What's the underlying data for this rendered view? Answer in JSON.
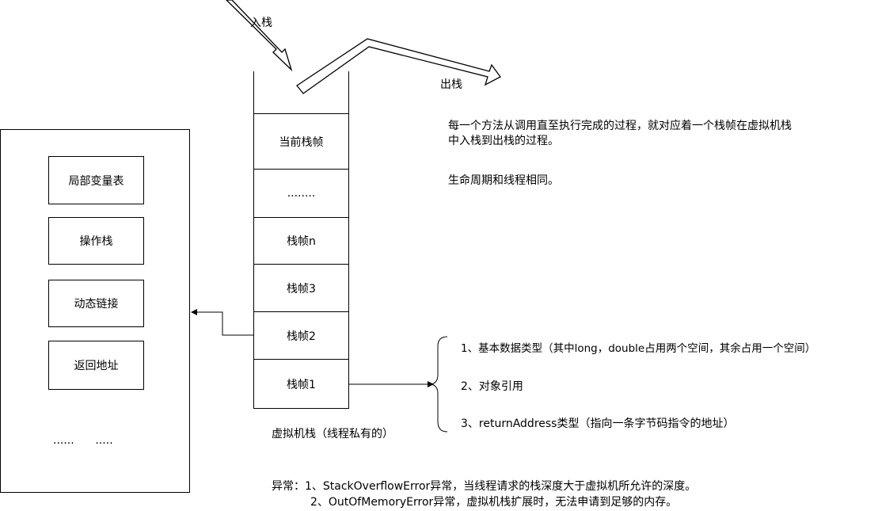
{
  "frame": {
    "items": [
      "局部变量表",
      "操作栈",
      "动态链接",
      "返回地址"
    ],
    "ellipsis": "......      ....."
  },
  "stack": {
    "top_label": "当前栈帧",
    "dots": "........",
    "frames": [
      "栈帧n",
      "栈帧3",
      "栈帧2",
      "栈帧1"
    ],
    "caption": "虚拟机栈（线程私有的）"
  },
  "arrows": {
    "push": "入栈",
    "pop": "出栈"
  },
  "notes": {
    "line1": "每一个方法从调用直至执行完成的过程，就对应着一个栈帧在虚拟机栈",
    "line2": "中入栈到出栈的过程。",
    "lifecycle": "生命周期和线程相同。"
  },
  "locals": {
    "items": [
      "1、基本数据类型（其中long，double占用两个空间，其余占用一个空间）",
      "2、对象引用",
      "3、returnAddress类型（指向一条字节码指令的地址）"
    ]
  },
  "errors": {
    "line1": "异常：1、StackOverflowError异常，当线程请求的栈深度大于虚拟机所允许的深度。",
    "line2": "2、OutOfMemoryError异常，虚拟机栈扩展时，无法申请到足够的内存。"
  }
}
